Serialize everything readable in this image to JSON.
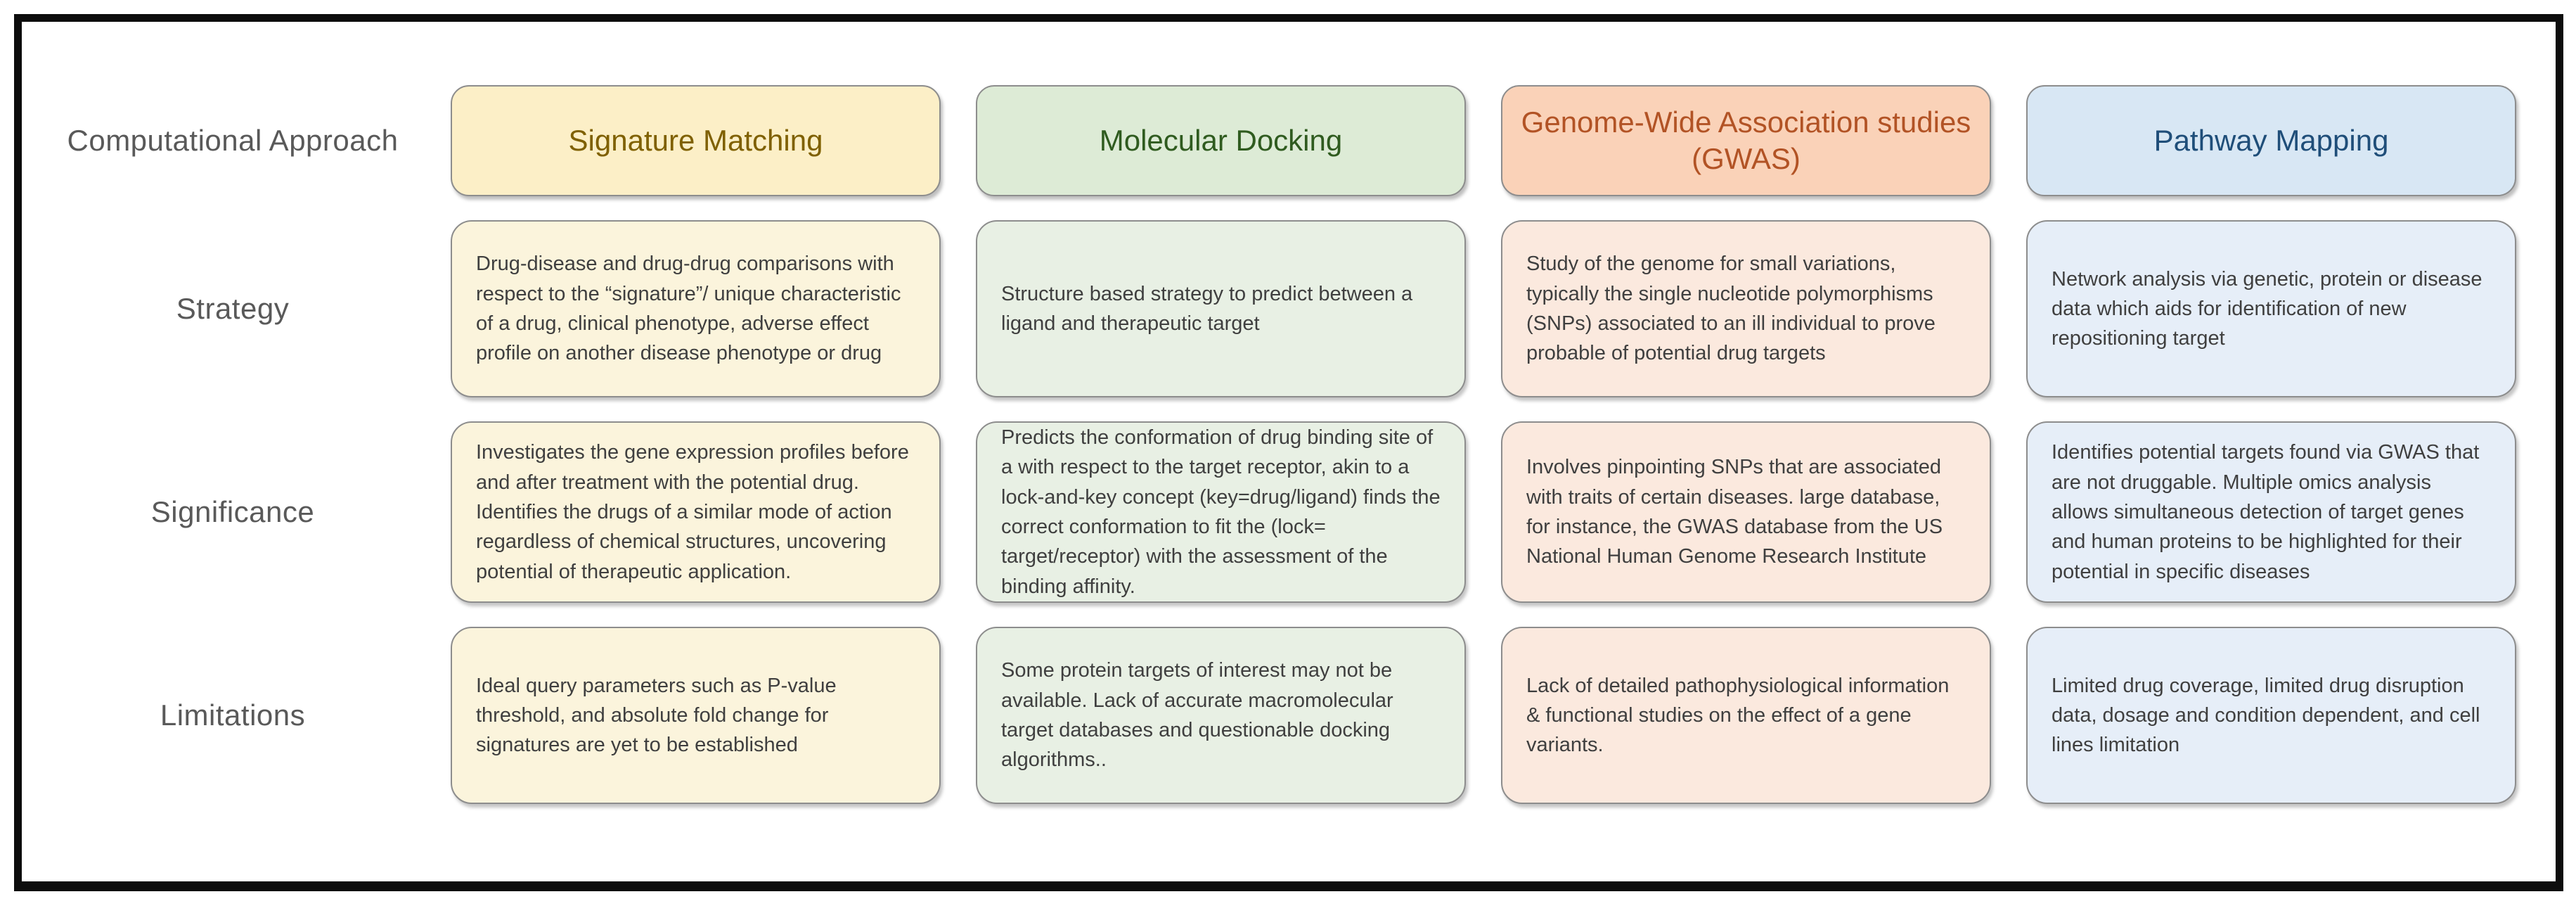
{
  "figure": {
    "corner_label": "Computational Approach",
    "rows": [
      {
        "label": "Strategy"
      },
      {
        "label": "Significance"
      },
      {
        "label": "Limitations"
      }
    ],
    "columns": [
      {
        "title": "Signature Matching",
        "strategy": "Drug-disease and drug-drug comparisons with respect to the “signature”/ unique characteristic of a drug, clinical phenotype, adverse effect profile on another disease phenotype or drug",
        "significance": "Investigates the gene expression profiles before and after treatment with the potential drug. Identifies the drugs of a similar mode of action regardless of chemical structures, uncovering potential of therapeutic application.",
        "limitations": "Ideal query parameters such as P-value threshold, and absolute fold change for signatures are yet to be established"
      },
      {
        "title": "Molecular Docking",
        "strategy": "Structure based strategy to predict between a ligand and therapeutic target",
        "significance": "Predicts the conformation of drug binding site of a with respect to the target receptor, akin to a lock-and-key concept (key=drug/ligand) finds the correct conformation to fit the (lock= target/receptor) with the assessment of the binding affinity.",
        "limitations": "Some protein targets of interest may not be available. Lack of accurate macromolecular target databases and questionable docking algorithms.."
      },
      {
        "title": "Genome-Wide Association studies (GWAS)",
        "strategy": "Study of the genome for small variations, typically the single nucleotide polymorphisms (SNPs) associated to an ill individual to prove probable of potential drug targets",
        "significance": "Involves pinpointing SNPs that are associated with traits of certain diseases. large database, for instance, the GWAS database from the US National Human Genome Research Institute",
        "limitations": "Lack of detailed pathophysiological information & functional studies on the effect of a gene variants."
      },
      {
        "title": "Pathway Mapping",
        "strategy": "Network analysis via genetic, protein or disease data which aids for identification of new repositioning target",
        "significance": "Identifies potential targets found via GWAS that are not druggable. Multiple omics analysis allows simultaneous detection of target genes and human proteins to be highlighted for their potential in specific diseases",
        "limitations": "Limited drug coverage, limited drug disruption data, dosage and condition dependent, and cell lines limitation"
      }
    ],
    "colors": {
      "signature_matching": {
        "header_bg": "#fcefc7",
        "header_text": "#7f6000",
        "cell_bg": "#fbf4dc"
      },
      "molecular_docking": {
        "header_bg": "#ddebd6",
        "header_text": "#2f5b1f",
        "cell_bg": "#e8f0e4"
      },
      "gwas": {
        "header_bg": "#fad2b8",
        "header_text": "#b25325",
        "cell_bg": "#fbe9de"
      },
      "pathway_mapping": {
        "header_bg": "#d8e7f4",
        "header_text": "#1f4e79",
        "cell_bg": "#e6eef8"
      },
      "frame_border": "#0d0d0d",
      "row_label_text": "#595959",
      "cell_text": "#3f3f3f",
      "box_border": "#8d8d8d"
    }
  }
}
